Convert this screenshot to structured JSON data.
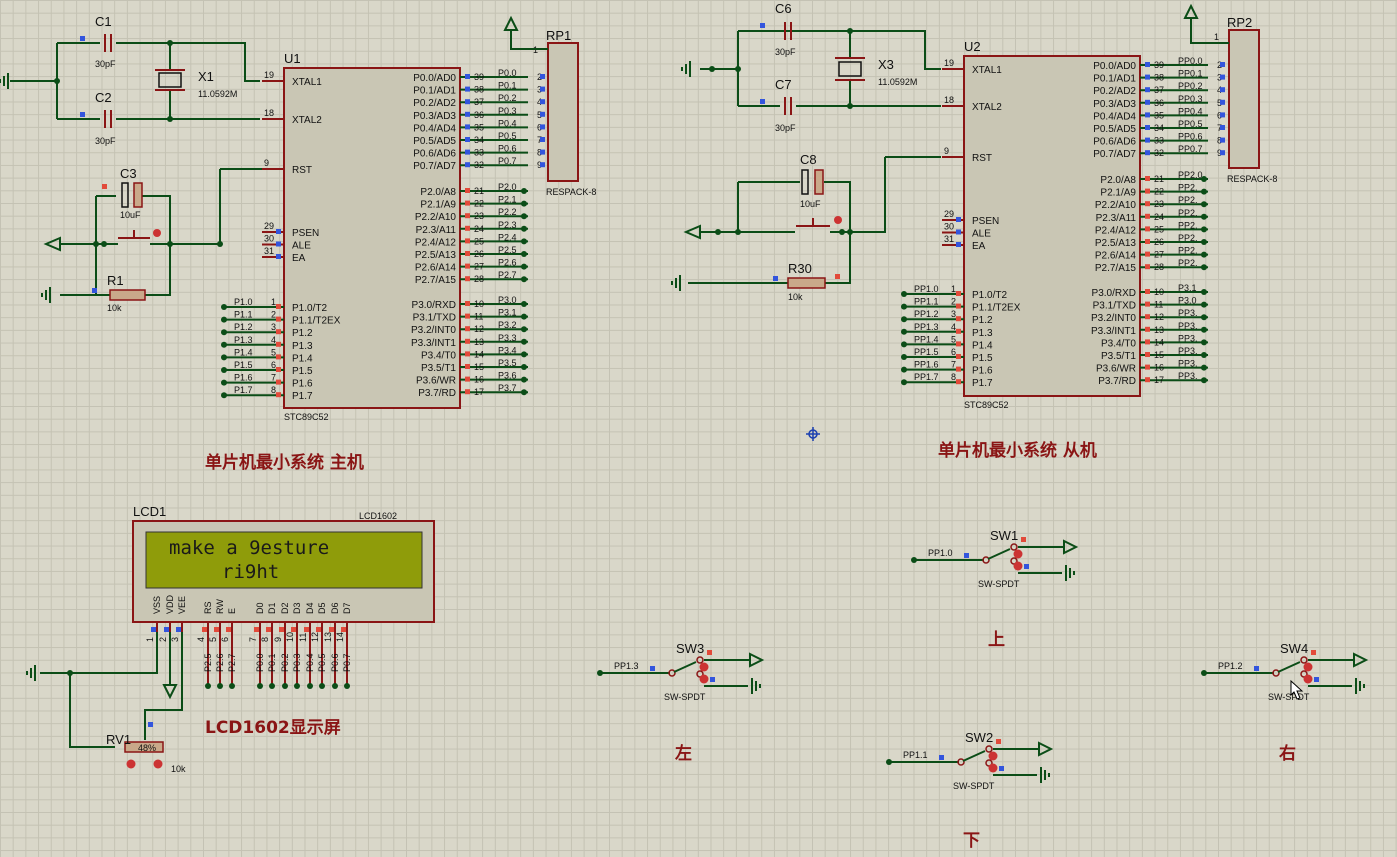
{
  "u1": {
    "ref": "U1",
    "part": "STC89C52",
    "left_pins": [
      [
        "19",
        "XTAL1"
      ],
      [
        "18",
        "XTAL2"
      ],
      [
        "9",
        "RST"
      ],
      [
        "29",
        "PSEN"
      ],
      [
        "30",
        "ALE"
      ],
      [
        "31",
        "EA"
      ]
    ],
    "p1_pins": [
      [
        "1",
        "P1.0/T2",
        "P1.0"
      ],
      [
        "2",
        "P1.1/T2EX",
        "P1.1"
      ],
      [
        "3",
        "P1.2",
        "P1.2"
      ],
      [
        "4",
        "P1.3",
        "P1.3"
      ],
      [
        "5",
        "P1.4",
        "P1.4"
      ],
      [
        "6",
        "P1.5",
        "P1.5"
      ],
      [
        "7",
        "P1.6",
        "P1.6"
      ],
      [
        "8",
        "P1.7",
        "P1.7"
      ]
    ],
    "p0_pins": [
      [
        "39",
        "P0.0/AD0",
        "P0.0",
        "2"
      ],
      [
        "38",
        "P0.1/AD1",
        "P0.1",
        "3"
      ],
      [
        "37",
        "P0.2/AD2",
        "P0.2",
        "4"
      ],
      [
        "36",
        "P0.3/AD3",
        "P0.3",
        "5"
      ],
      [
        "35",
        "P0.4/AD4",
        "P0.4",
        "6"
      ],
      [
        "34",
        "P0.5/AD5",
        "P0.5",
        "7"
      ],
      [
        "33",
        "P0.6/AD6",
        "P0.6",
        "8"
      ],
      [
        "32",
        "P0.7/AD7",
        "P0.7",
        "9"
      ]
    ],
    "p2_pins": [
      [
        "21",
        "P2.0/A8",
        "P2.0"
      ],
      [
        "22",
        "P2.1/A9",
        "P2.1"
      ],
      [
        "23",
        "P2.2/A10",
        "P2.2"
      ],
      [
        "24",
        "P2.3/A11",
        "P2.3"
      ],
      [
        "25",
        "P2.4/A12",
        "P2.4"
      ],
      [
        "26",
        "P2.5/A13",
        "P2.5"
      ],
      [
        "27",
        "P2.6/A14",
        "P2.6"
      ],
      [
        "28",
        "P2.7/A15",
        "P2.7"
      ]
    ],
    "p3_pins": [
      [
        "10",
        "P3.0/RXD",
        "P3.0"
      ],
      [
        "11",
        "P3.1/TXD",
        "P3.1"
      ],
      [
        "12",
        "P3.2/INT0",
        "P3.2"
      ],
      [
        "13",
        "P3.3/INT1",
        "P3.3"
      ],
      [
        "14",
        "P3.4/T0",
        "P3.4"
      ],
      [
        "15",
        "P3.5/T1",
        "P3.5"
      ],
      [
        "16",
        "P3.6/WR",
        "P3.6"
      ],
      [
        "17",
        "P3.7/RD",
        "P3.7"
      ]
    ]
  },
  "u2": {
    "ref": "U2",
    "part": "STC89C52",
    "left_pins": [
      [
        "19",
        "XTAL1"
      ],
      [
        "18",
        "XTAL2"
      ],
      [
        "9",
        "RST"
      ],
      [
        "29",
        "PSEN"
      ],
      [
        "30",
        "ALE"
      ],
      [
        "31",
        "EA"
      ]
    ],
    "p1_pins": [
      [
        "1",
        "P1.0/T2",
        "PP1.0"
      ],
      [
        "2",
        "P1.1/T2EX",
        "PP1.1"
      ],
      [
        "3",
        "P1.2",
        "PP1.2"
      ],
      [
        "4",
        "P1.3",
        "PP1.3"
      ],
      [
        "5",
        "P1.4",
        "PP1.4"
      ],
      [
        "6",
        "P1.5",
        "PP1.5"
      ],
      [
        "7",
        "P1.6",
        "PP1.6"
      ],
      [
        "8",
        "P1.7",
        "PP1.7"
      ]
    ],
    "p0_pins": [
      [
        "39",
        "P0.0/AD0",
        "PP0.0",
        "2"
      ],
      [
        "38",
        "P0.1/AD1",
        "PP0.1",
        "3"
      ],
      [
        "37",
        "P0.2/AD2",
        "PP0.2",
        "4"
      ],
      [
        "36",
        "P0.3/AD3",
        "PP0.3",
        "5"
      ],
      [
        "35",
        "P0.4/AD4",
        "PP0.4",
        "6"
      ],
      [
        "34",
        "P0.5/AD5",
        "PP0.5",
        "7"
      ],
      [
        "33",
        "P0.6/AD6",
        "PP0.6",
        "8"
      ],
      [
        "32",
        "P0.7/AD7",
        "PP0.7",
        "9"
      ]
    ],
    "p2_pins": [
      [
        "21",
        "P2.0/A8",
        "PP2.0"
      ],
      [
        "22",
        "P2.1/A9",
        "PP2."
      ],
      [
        "23",
        "P2.2/A10",
        "PP2."
      ],
      [
        "24",
        "P2.3/A11",
        "PP2."
      ],
      [
        "25",
        "P2.4/A12",
        "PP2."
      ],
      [
        "26",
        "P2.5/A13",
        "PP2."
      ],
      [
        "27",
        "P2.6/A14",
        "PP2."
      ],
      [
        "28",
        "P2.7/A15",
        "PP2."
      ]
    ],
    "p3_pins": [
      [
        "10",
        "P3.0/RXD",
        "P3.1"
      ],
      [
        "11",
        "P3.1/TXD",
        "P3.0"
      ],
      [
        "12",
        "P3.2/INT0",
        "PP3."
      ],
      [
        "13",
        "P3.3/INT1",
        "PP3."
      ],
      [
        "14",
        "P3.4/T0",
        "PP3."
      ],
      [
        "15",
        "P3.5/T1",
        "PP3."
      ],
      [
        "16",
        "P3.6/WR",
        "PP3."
      ],
      [
        "17",
        "P3.7/RD",
        "PP3."
      ]
    ]
  },
  "components": {
    "c1": {
      "ref": "C1",
      "val": "30pF"
    },
    "c2": {
      "ref": "C2",
      "val": "30pF"
    },
    "c3": {
      "ref": "C3",
      "val": "10uF"
    },
    "x1": {
      "ref": "X1",
      "val": "11.0592M"
    },
    "r1": {
      "ref": "R1",
      "val": "10k"
    },
    "rp1": {
      "ref": "RP1",
      "part": "RESPACK-8",
      "pin1": "1"
    },
    "c6": {
      "ref": "C6",
      "val": "30pF"
    },
    "c7": {
      "ref": "C7",
      "val": "30pF"
    },
    "c8": {
      "ref": "C8",
      "val": "10uF"
    },
    "x3": {
      "ref": "X3",
      "val": "11.0592M"
    },
    "r30": {
      "ref": "R30",
      "val": "10k"
    },
    "rp2": {
      "ref": "RP2",
      "part": "RESPACK-8",
      "pin1": "1"
    },
    "rv1": {
      "ref": "RV1",
      "val": "10k",
      "pct": "48%"
    }
  },
  "lcd": {
    "ref": "LCD1",
    "part": "LCD1602",
    "line1": "make a 9esture",
    "line2": "ri9ht",
    "pins": [
      [
        "VSS",
        "1",
        ""
      ],
      [
        "VDD",
        "2",
        ""
      ],
      [
        "VEE",
        "3",
        ""
      ],
      [
        "RS",
        "4",
        "P2.5"
      ],
      [
        "RW",
        "5",
        "P2.6"
      ],
      [
        "E",
        "6",
        "P2.7"
      ],
      [
        "D0",
        "7",
        "P0.0"
      ],
      [
        "D1",
        "8",
        "P0.1"
      ],
      [
        "D2",
        "9",
        "P0.2"
      ],
      [
        "D3",
        "10",
        "P0.3"
      ],
      [
        "D4",
        "11",
        "P0.4"
      ],
      [
        "D5",
        "12",
        "P0.5"
      ],
      [
        "D6",
        "13",
        "P0.6"
      ],
      [
        "D7",
        "14",
        "P0.7"
      ]
    ]
  },
  "switches": {
    "sw1": {
      "ref": "SW1",
      "part": "SW-SPDT",
      "net": "PP1.0"
    },
    "sw2": {
      "ref": "SW2",
      "part": "SW-SPDT",
      "net": "PP1.1"
    },
    "sw3": {
      "ref": "SW3",
      "part": "SW-SPDT",
      "net": "PP1.3"
    },
    "sw4": {
      "ref": "SW4",
      "part": "SW-SPDT",
      "net": "PP1.2"
    }
  },
  "labels": {
    "master": "单片机最小系统  主机",
    "slave": "单片机最小系统  从机",
    "lcd": "LCD1602显示屏",
    "up": "上",
    "down": "下",
    "left": "左",
    "right": "右"
  },
  "colors": {
    "wire": "#0b4d17",
    "outline": "#8a1515",
    "body": "#c9c6b4",
    "lcd_screen": "#8f9c0a",
    "pin_red": "#e24a3a",
    "pin_blue": "#3355dd"
  }
}
